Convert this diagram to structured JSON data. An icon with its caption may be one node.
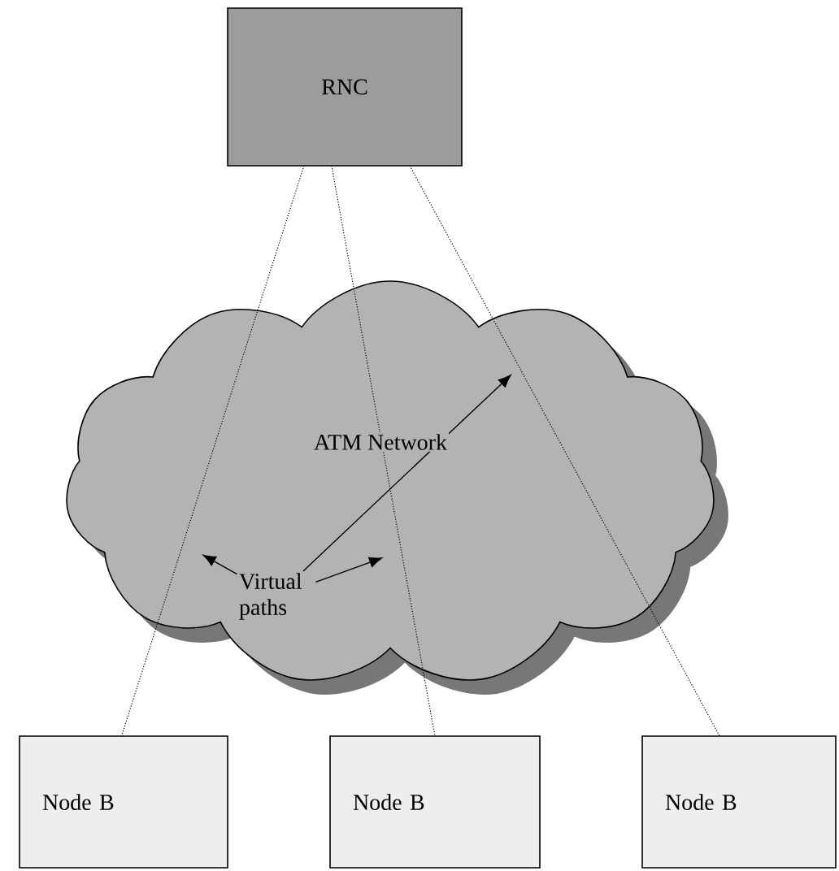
{
  "diagram": {
    "nodes": [
      {
        "text": [
          "RNC"
        ]
      },
      {
        "text": [
          "ATM Network"
        ]
      },
      {
        "text": [
          "Virtual paths"
        ],
        "in": 1
      },
      {
        "text": [
          "Node B"
        ]
      },
      {
        "text": [
          "Node B"
        ]
      },
      {
        "text": [
          "Node B"
        ]
      }
    ],
    "edges": [
      {
        "from": 0,
        "to": 3,
        "arrow": "none",
        "style": "dashed"
      },
      {
        "from": 0,
        "to": 4,
        "arrow": "none",
        "style": "dashed"
      },
      {
        "from": 0,
        "to": 5,
        "arrow": "none",
        "style": "dashed"
      },
      {
        "from": 2,
        "to": null,
        "arrow": "to"
      },
      {
        "from": 2,
        "to": null,
        "arrow": "to"
      },
      {
        "from": 2,
        "to": null,
        "arrow": "to"
      }
    ]
  }
}
